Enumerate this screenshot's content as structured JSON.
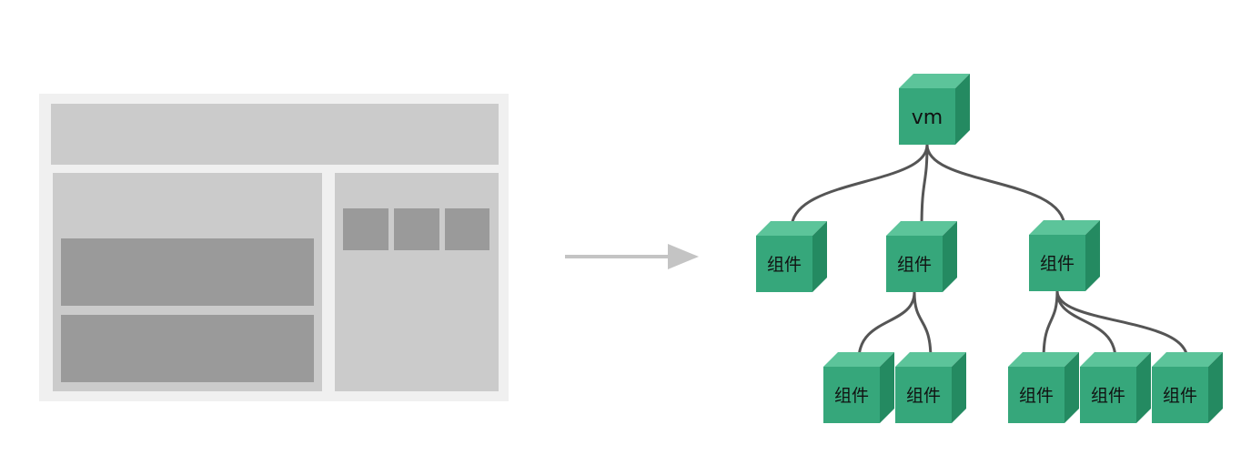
{
  "colors": {
    "page_bg": "#ffffff",
    "frame_outer": "#f0f0f0",
    "frame_panel": "#cbcbcb",
    "frame_block": "#9a9a9a",
    "arrow": "#c4c4c4",
    "cube_front": "#36a77b",
    "cube_top": "#5cc49a",
    "cube_side": "#248a61",
    "edge": "#555555",
    "label": "#111111"
  },
  "tree": {
    "root": {
      "label": "vm"
    },
    "children": [
      {
        "label": "组件",
        "children": []
      },
      {
        "label": "组件",
        "children": [
          {
            "label": "组件"
          },
          {
            "label": "组件"
          }
        ]
      },
      {
        "label": "组件",
        "children": [
          {
            "label": "组件"
          },
          {
            "label": "组件"
          },
          {
            "label": "组件"
          }
        ]
      }
    ]
  }
}
